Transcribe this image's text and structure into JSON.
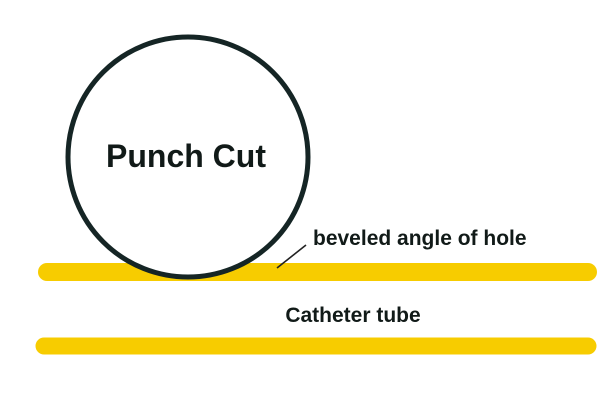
{
  "labels": {
    "punch_cut": "Punch Cut",
    "beveled_angle": "beveled angle of hole",
    "catheter_tube": "Catheter tube"
  },
  "colors": {
    "background": "#ffffff",
    "tube_wall": "#f7cc00",
    "circle_outline": "#152525",
    "text": "#111a18",
    "leader_line": "#222222"
  }
}
